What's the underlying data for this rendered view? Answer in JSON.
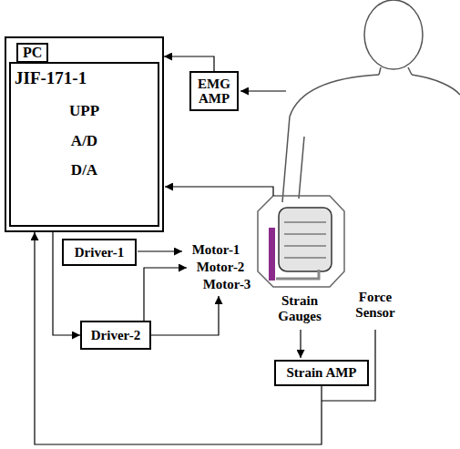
{
  "diagram": {
    "nodes": [
      {
        "text": [
          "PC"
        ]
      },
      {
        "text": [
          "JIF-171-1",
          "UPP",
          "A/D",
          "D/A"
        ],
        "in": 0
      },
      {
        "text": [
          "EMG AMP"
        ]
      },
      {
        "text": [
          "Driver-1"
        ]
      },
      {
        "text": [
          "Driver-2"
        ]
      },
      {
        "text": [
          "Strain AMP"
        ]
      }
    ],
    "edges": [
      {
        "from": 2,
        "to": 0,
        "arrow": "to"
      },
      {
        "from": 0,
        "to": 4,
        "arrow": "to"
      },
      {
        "from": 5,
        "to": 0,
        "arrow": "to"
      }
    ],
    "labels": [
      "Motor-1",
      "Motor-2",
      "Motor-3",
      "Strain Gauges",
      "Force Sensor"
    ]
  }
}
